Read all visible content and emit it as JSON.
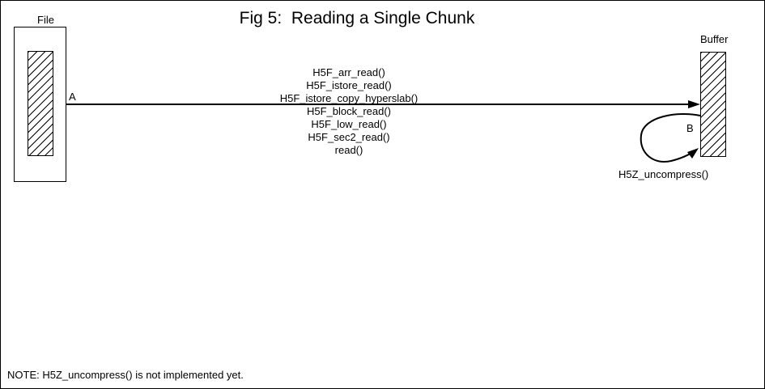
{
  "title": "Fig 5:  Reading a Single Chunk",
  "file": {
    "label": "File"
  },
  "buffer": {
    "label": "Buffer"
  },
  "arrow_a": {
    "label": "A",
    "call_stack": [
      "H5F_arr_read()",
      "H5F_istore_read()",
      "H5F_istore_copy_hyperslab()",
      "H5F_block_read()",
      "H5F_low_read()",
      "H5F_sec2_read()",
      "read()"
    ]
  },
  "arrow_b": {
    "label": "B",
    "function_label": "H5Z_uncompress()"
  },
  "note": "NOTE: H5Z_uncompress() is not implemented yet.",
  "colors": {
    "ink": "#000000",
    "background": "#ffffff"
  }
}
